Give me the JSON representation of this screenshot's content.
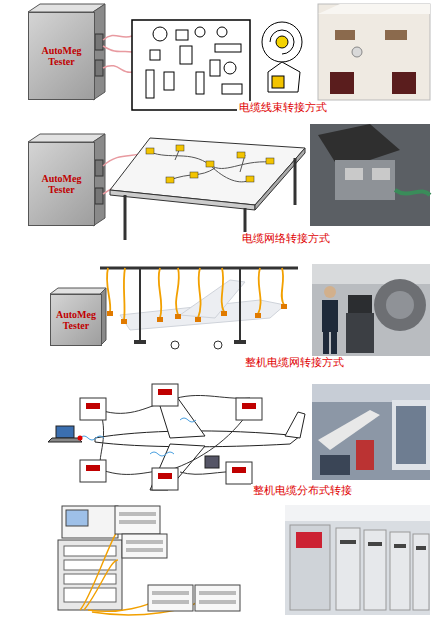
{
  "diagram": {
    "nodes": [
      {
        "text": [
          "AutoMeg Tester"
        ]
      },
      {
        "text": [
          "AutoMeg Tester"
        ]
      },
      {
        "text": [
          "AutoMeg Tester"
        ]
      }
    ],
    "labels": [
      "电缆线束转接方式",
      "电缆网络转接方式",
      "整机电缆网转接方式",
      "整机电缆分布式转接"
    ]
  }
}
